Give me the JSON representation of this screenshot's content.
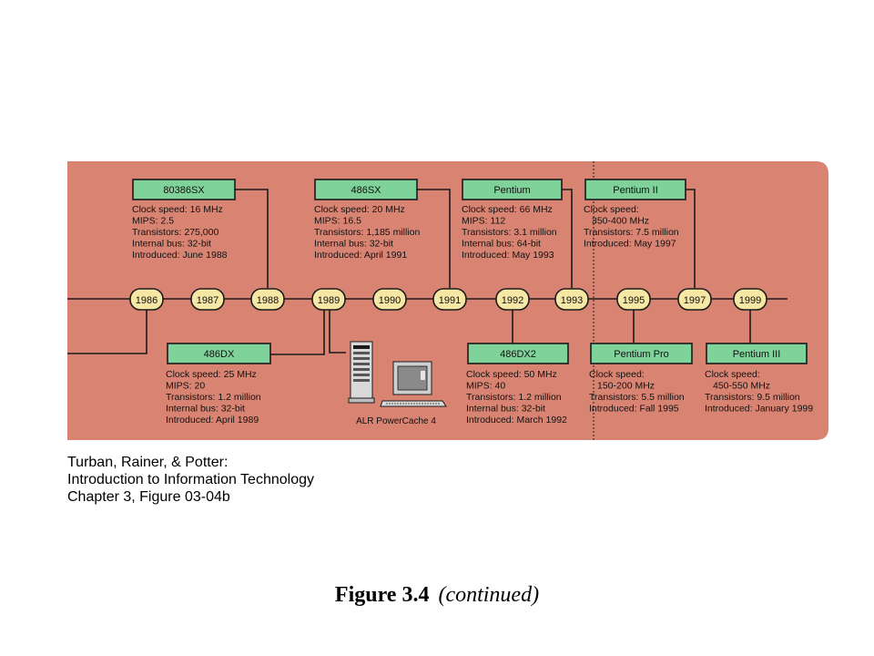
{
  "years": [
    "1986",
    "1987",
    "1988",
    "1989",
    "1990",
    "1991",
    "1992",
    "1993",
    "1995",
    "1997",
    "1999"
  ],
  "chips": [
    {
      "id": "80386sx",
      "name": "80386SX",
      "specs": [
        "Clock speed: 16 MHz",
        "MIPS: 2.5",
        "Transistors: 275,000",
        "Internal bus: 32-bit",
        "Introduced: June 1988"
      ]
    },
    {
      "id": "486sx",
      "name": "486SX",
      "specs": [
        "Clock speed: 20 MHz",
        "MIPS: 16.5",
        "Transistors: 1,185 million",
        "Internal bus: 32-bit",
        "Introduced: April 1991"
      ]
    },
    {
      "id": "pentium",
      "name": "Pentium",
      "specs": [
        "Clock speed: 66 MHz",
        "MIPS: 112",
        "Transistors: 3.1 million",
        "Internal bus: 64-bit",
        "Introduced: May 1993"
      ]
    },
    {
      "id": "pentium-ii",
      "name": "Pentium II",
      "specs": [
        "Clock speed:",
        "350-400 MHz",
        "Transistors: 7.5 million",
        "Introduced: May 1997"
      ]
    },
    {
      "id": "486dx",
      "name": "486DX",
      "specs": [
        "Clock speed: 25 MHz",
        "MIPS: 20",
        "Transistors: 1.2 million",
        "Internal bus: 32-bit",
        "Introduced: April 1989"
      ]
    },
    {
      "id": "486dx2",
      "name": "486DX2",
      "specs": [
        "Clock speed: 50 MHz",
        "MIPS: 40",
        "Transistors: 1.2 million",
        "Internal bus: 32-bit",
        "Introduced: March 1992"
      ]
    },
    {
      "id": "pentium-pro",
      "name": "Pentium Pro",
      "specs": [
        "Clock speed:",
        "150-200 MHz",
        "Transistors: 5.5 million",
        "Introduced: Fall 1995"
      ]
    },
    {
      "id": "pentium-iii",
      "name": "Pentium III",
      "specs": [
        "Clock speed:",
        "450-550 MHz",
        "Transistors: 9.5 million",
        "Introduced: January 1999"
      ]
    }
  ],
  "computer_label": "ALR PowerCache 4",
  "caption": {
    "line1": "Turban, Rainer, & Potter:",
    "line2": "Introduction to Information Technology",
    "line3": "Chapter 3, Figure 03-04b"
  },
  "figure": {
    "number": "Figure 3.4",
    "continued": "(continued)"
  },
  "colors": {
    "panel": "#d98472",
    "chip_box": "#7fd39a",
    "year_pill": "#f6e7a4",
    "line": "#1a1a1a"
  }
}
